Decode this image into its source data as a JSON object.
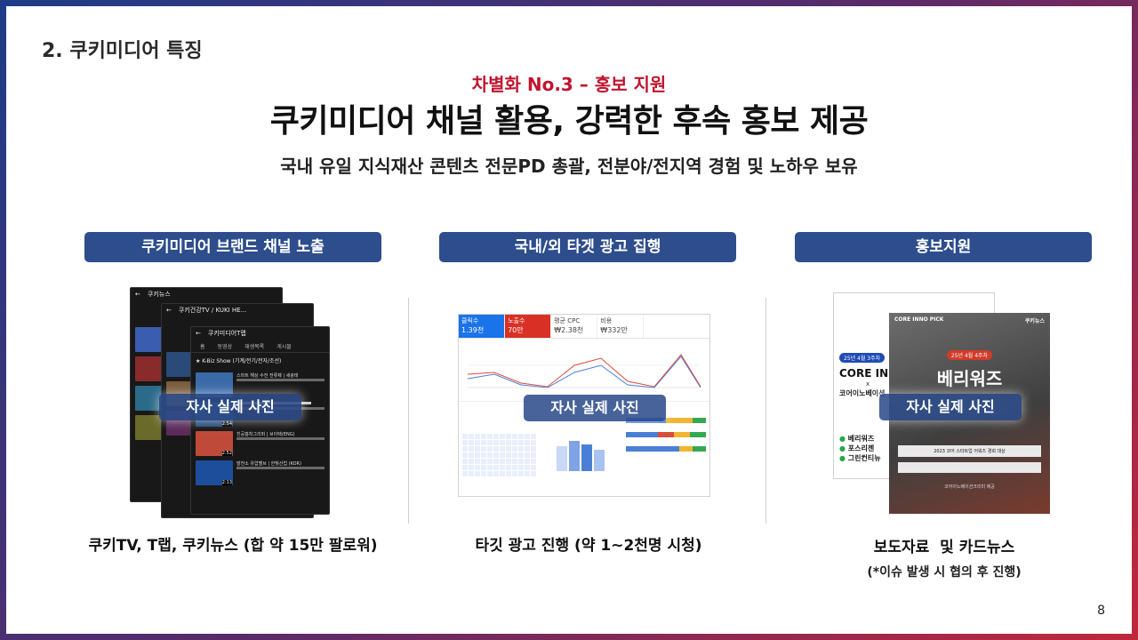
{
  "section_title": "2. 쿠키미디어 특징",
  "kicker": "차별화 No.3 – 홍보 지원",
  "headline": "쿠키미디어 채널 활용, 강력한 후속 홍보 제공",
  "subline": "국내 유일 지식재산 콘텐츠 전문PD 총괄, 전분야/전지역 경험 및 노하우 보유",
  "columns": [
    {
      "header": "쿠키미디어 브랜드 채널 노출",
      "badge": "자사 실제 사진",
      "caption": "쿠키TV, T랩, 쿠키뉴스 (합 약 15만 팔로워)"
    },
    {
      "header": "국내/외 타겟 광고 집행",
      "badge": "자사 실제 사진",
      "caption": "타깃 광고 진행 (약 1~2천명 시청)"
    },
    {
      "header": "홍보지원",
      "badge": "자사 실제 사진",
      "caption": "보도자료  및 카드뉴스",
      "note": "(*이슈 발생 시 협의 후 진행)"
    }
  ],
  "phones": {
    "back": {
      "channel": "쿠키뉴스"
    },
    "mid": {
      "channel": "쿠키건강TV / KUKI HE..."
    },
    "front": {
      "channel": "쿠키미디어T랩",
      "tabs": [
        "홈",
        "동영상",
        "재생목록",
        "게시물"
      ],
      "playlist": "★ K-Biz Show (기계/전기/전자/조선)",
      "videos": [
        {
          "title": "스마트 해상 수전 전류제 | 세광테",
          "duration": ""
        },
        {
          "title": "",
          "duration": "2:54"
        },
        {
          "title": "친공흡착그리퍼 | 브이텍(ENG)",
          "duration": "2:52"
        },
        {
          "title": "발전소 유압밸브 | 한빛산업 (KOR)",
          "duration": "2:13"
        }
      ]
    }
  },
  "dashboard": {
    "kpis": [
      {
        "label": "클릭수",
        "value": "1.39천"
      },
      {
        "label": "노출수",
        "value": "70만"
      },
      {
        "label": "평균 CPC",
        "value": "₩2.38천"
      },
      {
        "label": "비용",
        "value": "₩332만"
      }
    ]
  },
  "poster": {
    "back_week": "25년 4월 3주차",
    "back_title": "CORE INNO",
    "back_x": "x",
    "back_sub": "코어이노베이션",
    "back_items": [
      "베리워즈",
      "포스리젠",
      "그린컨티뉴"
    ],
    "front_brand": "CORE INNO PICK",
    "front_source": "쿠키뉴스",
    "front_week": "25년 4월 4주차",
    "front_title": "베리워즈",
    "front_line1": "2023 코어 스타트업 어워즈 경희 대상",
    "front_footer": "코어이노베이션크리미 제공"
  },
  "page_number": "8",
  "colors": {
    "accent_red": "#c0152f",
    "header_blue": "#2d4d8c"
  }
}
